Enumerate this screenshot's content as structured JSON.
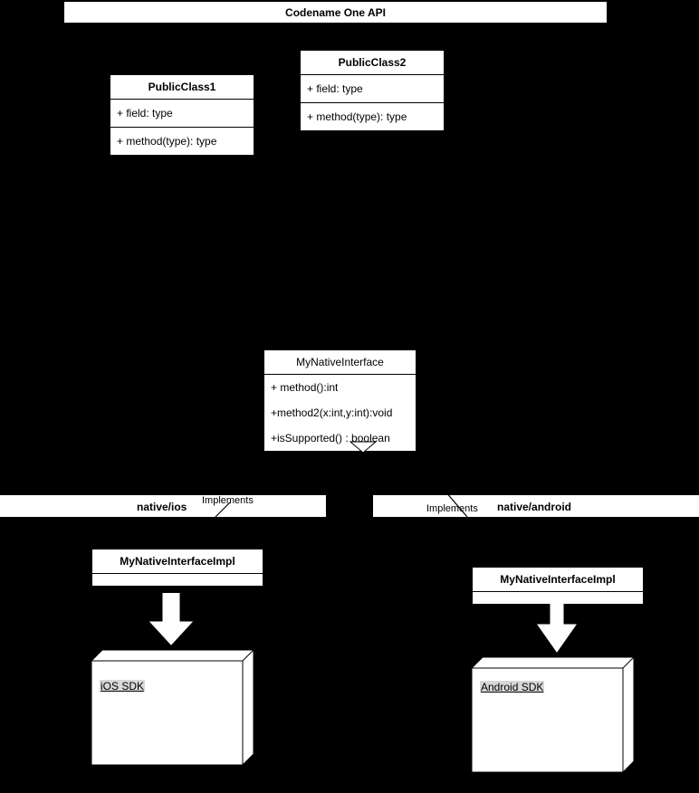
{
  "diagram": {
    "title": "Codename One API",
    "background_color": "#000000",
    "box_fill": "#ffffff",
    "line_color": "#000000",
    "label_highlight": "#d8d8d8"
  },
  "api_banner": {
    "label": "Codename One API"
  },
  "classes": [
    {
      "name": "PublicClass1",
      "fields": [
        "+ field: type"
      ],
      "methods": [
        "+ method(type): type"
      ]
    },
    {
      "name": "PublicClass2",
      "fields": [
        "+ field: type"
      ],
      "methods": [
        "+ method(type): type"
      ]
    }
  ],
  "interface": {
    "name": "MyNativeInterface",
    "methods": [
      "+ method():int",
      "+method2(x:int,y:int):void",
      "+isSupported() : boolean"
    ]
  },
  "packages": [
    {
      "name": "native/ios",
      "relation_label": "Implements",
      "impl_class": "MyNativeInterfaceImpl",
      "sdk": "iOS SDK"
    },
    {
      "name": "native/android",
      "relation_label": "Implements",
      "impl_class": "MyNativeInterfaceImpl",
      "sdk": "Android SDK"
    }
  ]
}
